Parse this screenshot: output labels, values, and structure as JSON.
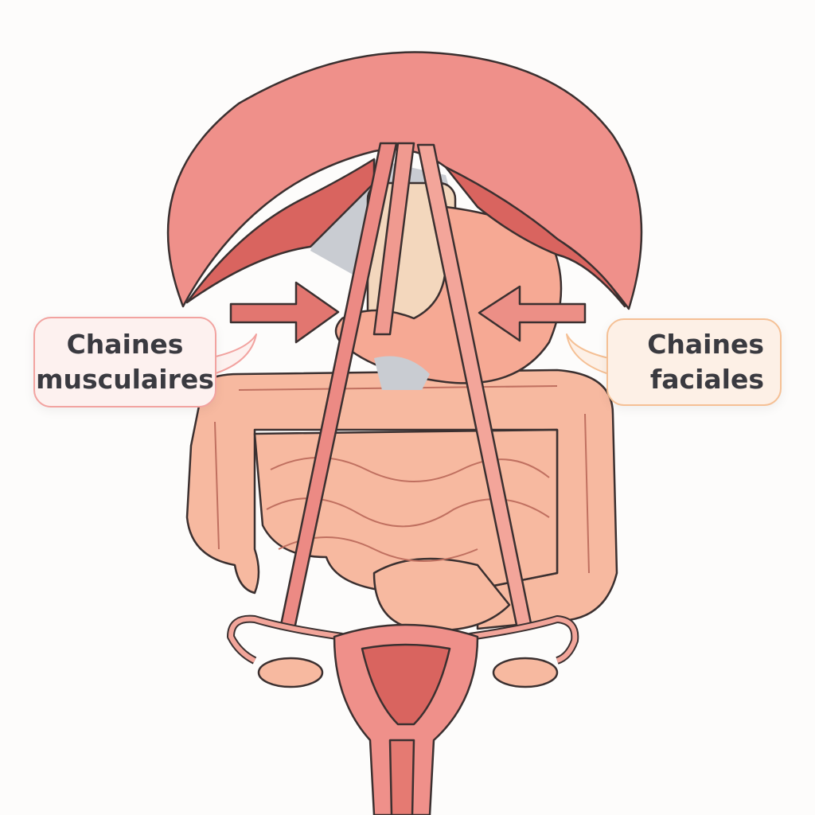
{
  "labels": {
    "left": {
      "line1": "Chaines",
      "line2": "musculaires"
    },
    "right": {
      "line1": "Chaines",
      "line2": "faciales"
    }
  },
  "colors": {
    "muscle": "#ec8a84",
    "muscle_dark": "#d9645f",
    "intestine": "#f7b9a0",
    "stomach": "#f6a994",
    "outline": "#3b3030",
    "arrow": "#e27670",
    "left_label_border": "#f2a3a0",
    "right_label_border": "#f5c095"
  }
}
